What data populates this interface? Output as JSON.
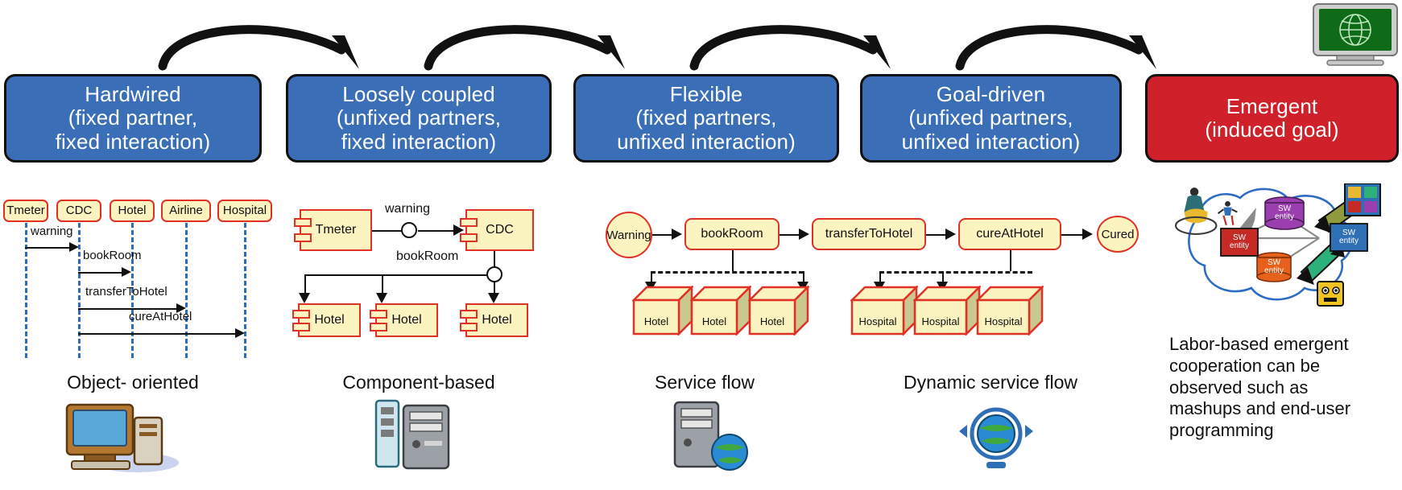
{
  "title": "Evolution of software cooperation styles",
  "colors": {
    "stage_blue": "#3a6fb8",
    "stage_red": "#d0202a",
    "node_fill": "#fbf3c0",
    "node_stroke": "#e03124",
    "lifeline": "#2d6bc4",
    "line": "#111111",
    "cloud_stroke": "#2d6bc4"
  },
  "stages": [
    {
      "id": "hardwired",
      "kind": "blue",
      "lines": [
        "Hardwired",
        "(fixed partner,",
        "fixed interaction)"
      ]
    },
    {
      "id": "loosely",
      "kind": "blue",
      "lines": [
        "Loosely coupled",
        "(unfixed partners,",
        "fixed interaction)"
      ]
    },
    {
      "id": "flexible",
      "kind": "blue",
      "lines": [
        "Flexible",
        "(fixed partners,",
        "unfixed interaction)"
      ]
    },
    {
      "id": "goal-driven",
      "kind": "blue",
      "lines": [
        "Goal-driven",
        "(unfixed partners,",
        "unfixed interaction)"
      ]
    },
    {
      "id": "emergent",
      "kind": "red",
      "lines": [
        "Emergent",
        "(induced goal)"
      ]
    }
  ],
  "captions": [
    {
      "id": "caption-object-oriented",
      "label": "Object- oriented"
    },
    {
      "id": "caption-component-based",
      "label": "Component-based"
    },
    {
      "id": "caption-service-flow",
      "label": "Service flow"
    },
    {
      "id": "caption-dynamic-service-flow",
      "label": "Dynamic service flow"
    }
  ],
  "sequence_diagram": {
    "participants": [
      "Tmeter",
      "CDC",
      "Hotel",
      "Airline",
      "Hospital"
    ],
    "messages": [
      {
        "label": "warning",
        "from": "Tmeter",
        "to": "CDC"
      },
      {
        "label": "bookRoom",
        "from": "CDC",
        "to": "Hotel"
      },
      {
        "label": "transferToHotel",
        "from": "CDC",
        "to": "Airline"
      },
      {
        "label": "cureAtHotel",
        "from": "CDC",
        "to": "Hospital"
      }
    ]
  },
  "component_diagram": {
    "components": [
      "Tmeter",
      "CDC",
      "Hotel",
      "Hotel",
      "Hotel"
    ],
    "interfaces": [
      "warning",
      "bookRoom"
    ]
  },
  "service_flow": {
    "start_event": "Warning",
    "end_event": "Cured",
    "tasks": [
      "bookRoom",
      "transferToHotel",
      "cureAtHotel"
    ],
    "resources_group_1": [
      "Hotel",
      "Hotel",
      "Hotel"
    ],
    "resources_group_2": [
      "Hospital",
      "Hospital",
      "Hospital"
    ]
  },
  "emergent": {
    "sw_entities": [
      "SW entity",
      "SW entity",
      "SW entity",
      "SW entity"
    ],
    "sw_entity_line1": "SW",
    "sw_entity_line2": "entity",
    "description": [
      "Labor-based emergent",
      "cooperation can be",
      "observed such as",
      "mashups and end-user",
      "programming"
    ]
  }
}
